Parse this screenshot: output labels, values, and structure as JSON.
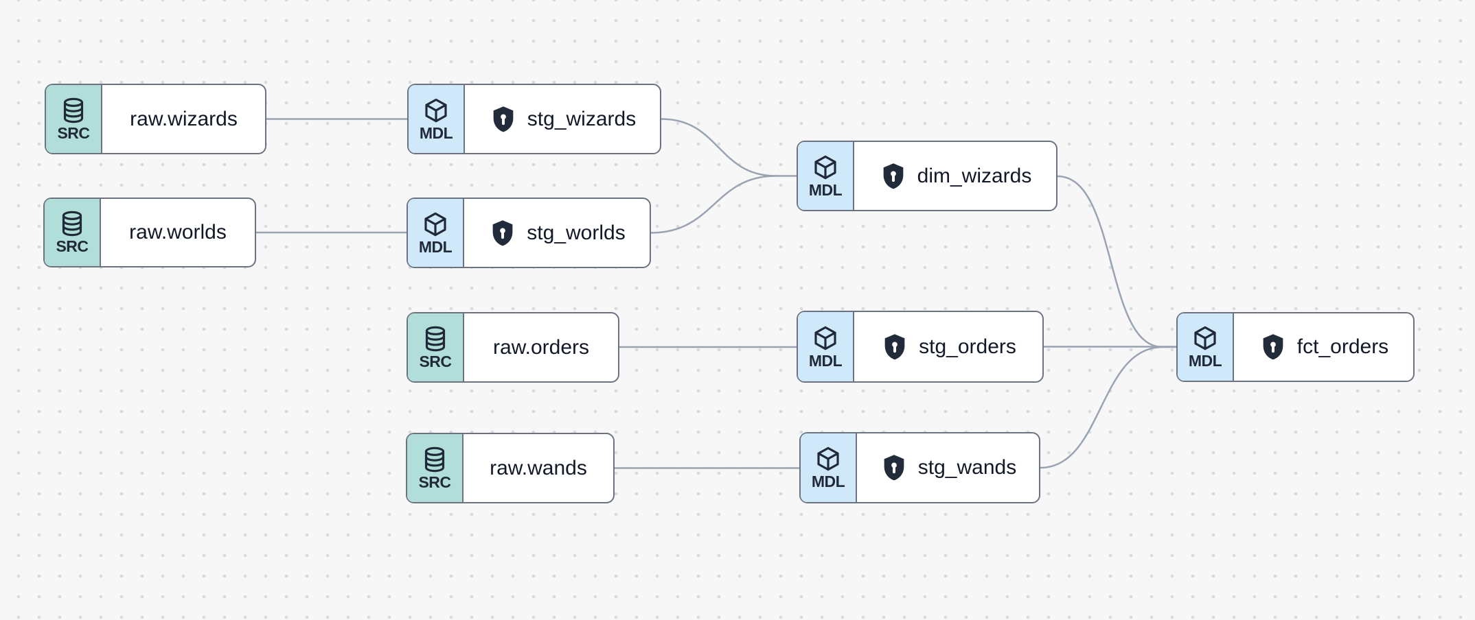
{
  "canvas": {
    "background_color": "#f7f7f8",
    "dot_grid_color": "#d8dadc"
  },
  "colors": {
    "src_badge_fill": "#b2ded9",
    "mdl_badge_fill": "#cfe8fa",
    "node_border": "#6b7280",
    "edge_line": "#9aa3b1",
    "icon_dark": "#1f2937",
    "label_text": "#111827"
  },
  "nodes": [
    {
      "id": "raw_wizards",
      "label": "raw.wizards",
      "type_badge": "SRC",
      "icon": "database-icon",
      "has_shield": false
    },
    {
      "id": "raw_worlds",
      "label": "raw.worlds",
      "type_badge": "SRC",
      "icon": "database-icon",
      "has_shield": false
    },
    {
      "id": "raw_orders",
      "label": "raw.orders",
      "type_badge": "SRC",
      "icon": "database-icon",
      "has_shield": false
    },
    {
      "id": "raw_wands",
      "label": "raw.wands",
      "type_badge": "SRC",
      "icon": "database-icon",
      "has_shield": false
    },
    {
      "id": "stg_wizards",
      "label": "stg_wizards",
      "type_badge": "MDL",
      "icon": "cube-icon",
      "has_shield": true
    },
    {
      "id": "stg_worlds",
      "label": "stg_worlds",
      "type_badge": "MDL",
      "icon": "cube-icon",
      "has_shield": true
    },
    {
      "id": "stg_orders",
      "label": "stg_orders",
      "type_badge": "MDL",
      "icon": "cube-icon",
      "has_shield": true
    },
    {
      "id": "stg_wands",
      "label": "stg_wands",
      "type_badge": "MDL",
      "icon": "cube-icon",
      "has_shield": true
    },
    {
      "id": "dim_wizards",
      "label": "dim_wizards",
      "type_badge": "MDL",
      "icon": "cube-icon",
      "has_shield": true
    },
    {
      "id": "fct_orders",
      "label": "fct_orders",
      "type_badge": "MDL",
      "icon": "cube-icon",
      "has_shield": true
    }
  ],
  "edges": [
    {
      "from": "raw.wizards",
      "to": "stg_wizards"
    },
    {
      "from": "raw.worlds",
      "to": "stg_worlds"
    },
    {
      "from": "raw.orders",
      "to": "stg_orders"
    },
    {
      "from": "raw.wands",
      "to": "stg_wands"
    },
    {
      "from": "stg_wizards",
      "to": "dim_wizards"
    },
    {
      "from": "stg_worlds",
      "to": "dim_wizards"
    },
    {
      "from": "dim_wizards",
      "to": "fct_orders"
    },
    {
      "from": "stg_orders",
      "to": "fct_orders"
    },
    {
      "from": "stg_wands",
      "to": "fct_orders"
    }
  ]
}
